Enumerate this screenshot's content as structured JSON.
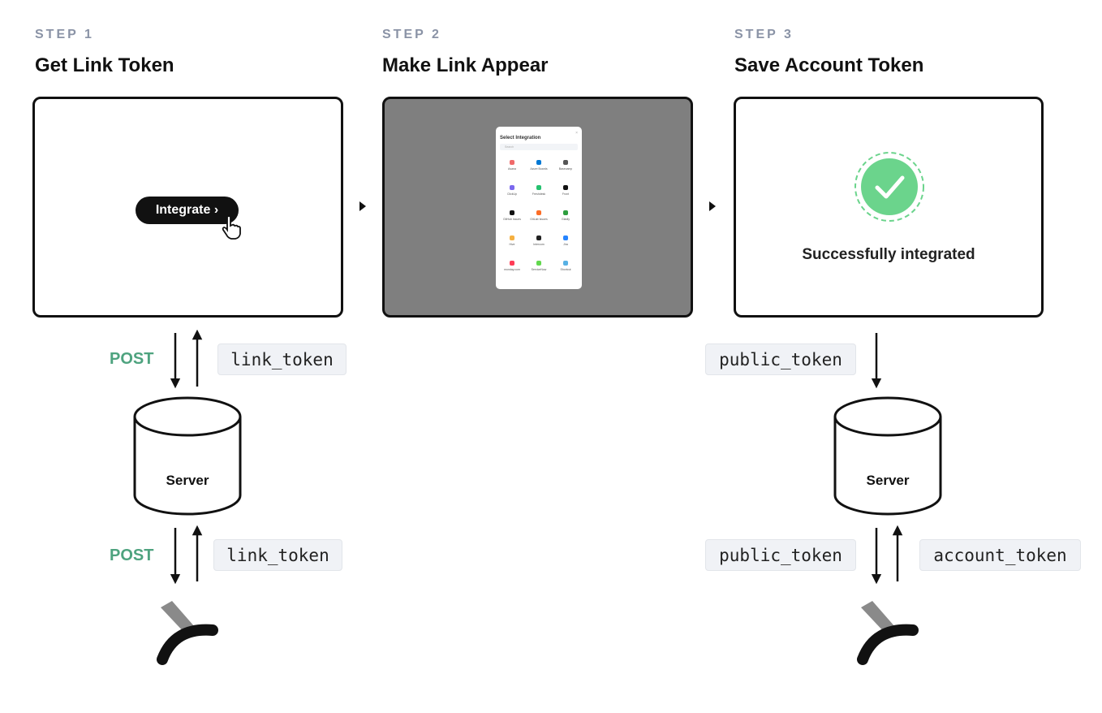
{
  "steps": [
    {
      "label": "STEP 1",
      "title": "Get Link Token",
      "button": "Integrate ›"
    },
    {
      "label": "STEP 2",
      "title": "Make Link Appear",
      "modal": {
        "title": "Select Integration",
        "search_placeholder": "Search",
        "close": "×",
        "integrations": [
          {
            "name": "Asana",
            "color": "#f06a6a"
          },
          {
            "name": "Azure Boards",
            "color": "#0078d4"
          },
          {
            "name": "Basecamp",
            "color": "#555555"
          },
          {
            "name": "ClickUp",
            "color": "#7b68ee"
          },
          {
            "name": "Freshdesk",
            "color": "#25c16f"
          },
          {
            "name": "Front",
            "color": "#111111"
          },
          {
            "name": "GitHub Issues",
            "color": "#111111"
          },
          {
            "name": "GitLab Issues",
            "color": "#fc6d26"
          },
          {
            "name": "Gladly",
            "color": "#2e9e3e"
          },
          {
            "name": "Hive",
            "color": "#f5b041"
          },
          {
            "name": "Intercom",
            "color": "#222222"
          },
          {
            "name": "Jira",
            "color": "#2684ff"
          },
          {
            "name": "monday.com",
            "color": "#ff3d57"
          },
          {
            "name": "ServiceNow",
            "color": "#62d84e"
          },
          {
            "name": "Shortcut",
            "color": "#58b1e4"
          }
        ]
      }
    },
    {
      "label": "STEP 3",
      "title": "Save Account Token",
      "success": "Successfully integrated"
    }
  ],
  "flow1": {
    "post_top": "POST",
    "token_top": "link_token",
    "server": "Server",
    "post_bottom": "POST",
    "token_bottom": "link_token"
  },
  "flow3": {
    "token_top": "public_token",
    "server": "Server",
    "token_bottom_left": "public_token",
    "token_bottom_right": "account_token"
  },
  "colors": {
    "accent": "#4ea37f",
    "success": "#6bd48c"
  }
}
